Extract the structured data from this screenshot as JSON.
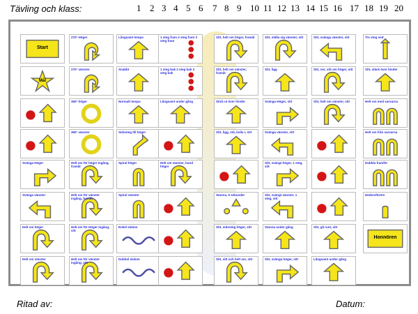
{
  "header": {
    "title": "Tävling och klass:",
    "numbers": [
      "1",
      "2",
      "3",
      "4",
      "5",
      "6",
      "7",
      "8",
      "9",
      "10",
      "11",
      "12",
      "13",
      "14",
      "15",
      "16",
      "17",
      "18",
      "19",
      "20"
    ]
  },
  "footer": {
    "left": "Ritad av:",
    "right": "Datum:"
  },
  "cards": [
    {
      "label": "Start",
      "kind": "start"
    },
    {
      "label": "Mål",
      "kind": "star"
    },
    {
      "label": "",
      "kind": "stop-arrow"
    },
    {
      "label": "",
      "kind": "stop-arrow"
    },
    {
      "label": "Svänga Höger",
      "kind": "turn-right"
    },
    {
      "label": "Svänga vänster",
      "kind": "turn-left"
    },
    {
      "label": "Helt om höger",
      "kind": "uturn"
    },
    {
      "label": "Helt om vänster",
      "kind": "uturn"
    },
    {
      "label": "270° Höger",
      "kind": "loop"
    },
    {
      "label": "270° vänster",
      "kind": "loop"
    },
    {
      "label": "360° höger",
      "kind": "circle"
    },
    {
      "label": "360° vänster",
      "kind": "circle"
    },
    {
      "label": "Helt om för höger Ingång, framåt",
      "kind": "uturn"
    },
    {
      "label": "Helt om för vänster ingång, framåt",
      "kind": "uturn"
    },
    {
      "label": "Helt om för Höger Ingång, sitt",
      "kind": "uturn"
    },
    {
      "label": "Helt om för vänster ingång, sitt",
      "kind": "uturn"
    },
    {
      "label": "Långsamt tempo",
      "kind": "arrow"
    },
    {
      "label": "Snabbt",
      "kind": "arrow"
    },
    {
      "label": "Normalt tempo",
      "kind": "arrow"
    },
    {
      "label": "Sidosteg till höger",
      "kind": "side"
    },
    {
      "label": "Spiral höger",
      "kind": "spiral"
    },
    {
      "label": "Spiral vänster",
      "kind": "spiral"
    },
    {
      "label": "Enkel slalom",
      "kind": "slalom"
    },
    {
      "label": "Dubbel slalom",
      "kind": "slalom"
    },
    {
      "label": "1 steg fram 2 steg fram 3 steg fram",
      "kind": "steps"
    },
    {
      "label": "1 steg bak 2 steg bak 3 steg bak",
      "kind": "steps"
    },
    {
      "label": "Långsamt under gång",
      "kind": "arrow"
    },
    {
      "label": "",
      "kind": "stop-arrow"
    },
    {
      "label": "Helt om vänster, hund höger",
      "kind": "uturn"
    },
    {
      "label": "",
      "kind": "stop-arrow"
    },
    {
      "label": "",
      "kind": "stop-arrow"
    },
    {
      "label": "",
      "kind": "stop-arrow"
    },
    {
      "label": "Sitt, helt om höger, framåt",
      "kind": "uturn"
    },
    {
      "label": "Sitt, helt om vänster, framåt",
      "kind": "uturn"
    },
    {
      "label": "Stick ut över hinder",
      "kind": "arrow"
    },
    {
      "label": "Sitt, ligg, stå, kolla i, sitt",
      "kind": "arrow"
    },
    {
      "label": "",
      "kind": "stop-arrow"
    },
    {
      "label": "Stanna, 5 sekunder",
      "kind": "triangle"
    },
    {
      "label": "Sitt, sidosteg höger, sitt",
      "kind": "arrow"
    },
    {
      "label": "Sitt, sitt och helt om, sitt",
      "kind": "uturn"
    },
    {
      "label": "Sitt, ställa sig vänster, sitt",
      "kind": "uturn"
    },
    {
      "label": "Sitt, ligg",
      "kind": "arrow"
    },
    {
      "label": "Svänga Höger, sitt",
      "kind": "turn-right"
    },
    {
      "label": "Svänga vänster, sitt",
      "kind": "turn-left"
    },
    {
      "label": "Sitt, svängt höger, 1 steg, sitt",
      "kind": "turn-right"
    },
    {
      "label": "Sitt, svängt vänster, 1 steg, sitt",
      "kind": "turn-left"
    },
    {
      "label": "Stanna under gång",
      "kind": "arrow"
    },
    {
      "label": "Sitt, svänga höger, sitt",
      "kind": "turn-right"
    },
    {
      "label": "Sitt, svänga vänster, sitt",
      "kind": "turn-left"
    },
    {
      "label": "Sitt, ner, sitt om höger, sitt",
      "kind": "uturn"
    },
    {
      "label": "Sitt, helt om vänster, sitt",
      "kind": "uturn"
    },
    {
      "label": "",
      "kind": "stop-arrow"
    },
    {
      "label": "",
      "kind": "stop-arrow"
    },
    {
      "label": "",
      "kind": "stop-arrow"
    },
    {
      "label": "Sitt, gå runt, sitt",
      "kind": "arrow"
    },
    {
      "label": "Långsamt under gång",
      "kind": "arrow"
    },
    {
      "label": "Tre steg ned",
      "kind": "steps3"
    },
    {
      "label": "Sitt, släck över hinder",
      "kind": "arrow"
    },
    {
      "label": "Helt om med sarvarna",
      "kind": "double"
    },
    {
      "label": "Helt om från sarvarna",
      "kind": "double"
    },
    {
      "label": "Dubbla framför",
      "kind": "double"
    },
    {
      "label": "Hedersföröre",
      "kind": "honor"
    },
    {
      "label": "Honnören",
      "kind": "honnor"
    }
  ]
}
